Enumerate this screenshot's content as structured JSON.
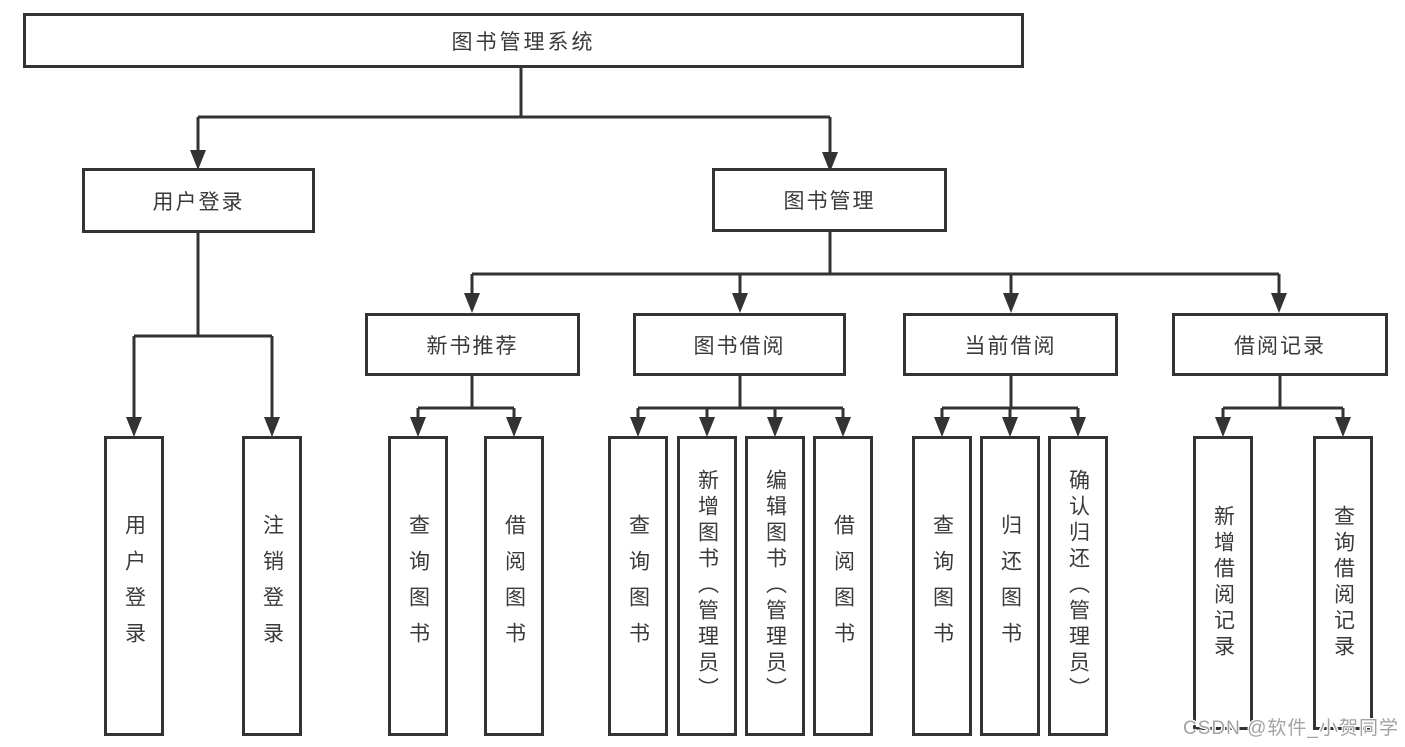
{
  "diagram": {
    "title": "图书管理系统",
    "groups": [
      {
        "label": "用户登录",
        "leaves": [
          "用户登录",
          "注销登录"
        ]
      },
      {
        "label": "图书管理",
        "subgroups": [
          {
            "label": "新书推荐",
            "leaves": [
              "查询图书",
              "借阅图书"
            ]
          },
          {
            "label": "图书借阅",
            "leaves": [
              "查询图书",
              "新增图书（管理员）",
              "编辑图书（管理员）",
              "借阅图书"
            ]
          },
          {
            "label": "当前借阅",
            "leaves": [
              "查询图书",
              "归还图书",
              "确认归还（管理员）"
            ]
          },
          {
            "label": "借阅记录",
            "leaves": [
              "新增借阅记录",
              "查询借阅记录"
            ]
          }
        ]
      }
    ]
  },
  "watermark": {
    "text": "CSDN @软件_小贺同学"
  },
  "colors": {
    "line": "#333333",
    "text": "#3a3a3a",
    "background": "#ffffff",
    "watermark": "#a3a3a3"
  }
}
